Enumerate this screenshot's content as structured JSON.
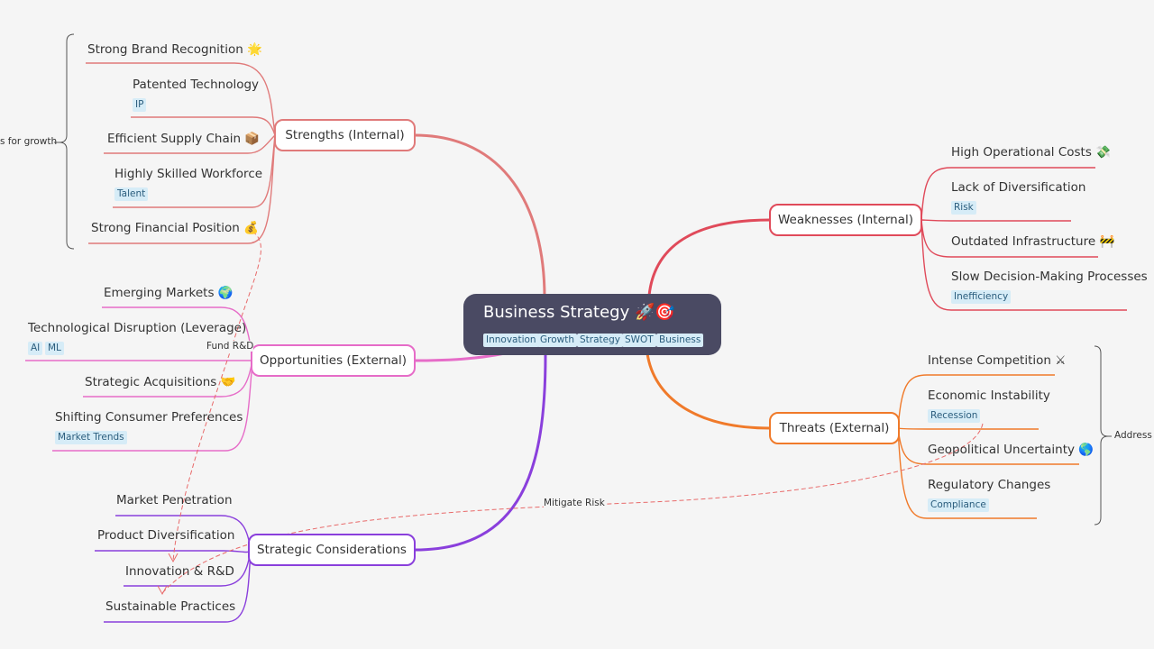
{
  "root": {
    "title": "Business Strategy",
    "emoji": "🚀🎯",
    "tags": [
      "Innovation",
      "Growth",
      "Strategy",
      "SWOT",
      "Business"
    ]
  },
  "branches": {
    "strengths": {
      "label": "Strengths (Internal)",
      "color": "#e07a7a",
      "children": [
        {
          "label": "Strong Brand Recognition",
          "emoji": "🌟"
        },
        {
          "label": "Patented Technology",
          "tag": "IP"
        },
        {
          "label": "Efficient Supply Chain",
          "emoji": "📦"
        },
        {
          "label": "Highly Skilled Workforce",
          "tag": "Talent"
        },
        {
          "label": "Strong Financial Position",
          "emoji": "💰"
        }
      ]
    },
    "opportunities": {
      "label": "Opportunities (External)",
      "color": "#e66cc8",
      "children": [
        {
          "label": "Emerging Markets",
          "emoji": "🌍"
        },
        {
          "label": "Technological Disruption (Leverage)",
          "tags": [
            "AI",
            "ML"
          ]
        },
        {
          "label": "Strategic Acquisitions",
          "emoji": "🤝"
        },
        {
          "label": "Shifting Consumer Preferences",
          "tag": "Market Trends"
        }
      ]
    },
    "strategic": {
      "label": "Strategic Considerations",
      "color": "#8a3fdc",
      "children": [
        {
          "label": "Market Penetration"
        },
        {
          "label": "Product Diversification"
        },
        {
          "label": "Innovation & R&D"
        },
        {
          "label": "Sustainable Practices"
        }
      ]
    },
    "weaknesses": {
      "label": "Weaknesses (Internal)",
      "color": "#e04a5a",
      "children": [
        {
          "label": "High Operational Costs",
          "emoji": "💸"
        },
        {
          "label": "Lack of Diversification",
          "tag": "Risk"
        },
        {
          "label": "Outdated Infrastructure",
          "emoji": "🚧"
        },
        {
          "label": "Slow Decision-Making Processes",
          "tag": "Inefficiency"
        }
      ]
    },
    "threats": {
      "label": "Threats (External)",
      "color": "#f07a2a",
      "children": [
        {
          "label": "Intense Competition",
          "emoji": "⚔"
        },
        {
          "label": "Economic Instability",
          "tag": "Recession"
        },
        {
          "label": "Geopolitical Uncertainty",
          "emoji": "🌎"
        },
        {
          "label": "Regulatory Changes",
          "tag": "Compliance"
        }
      ]
    }
  },
  "summaries": {
    "left": "s for growth",
    "right": "Address"
  },
  "relations": {
    "fund": "Fund R&D",
    "mitigate": "Mitigate Risk"
  }
}
